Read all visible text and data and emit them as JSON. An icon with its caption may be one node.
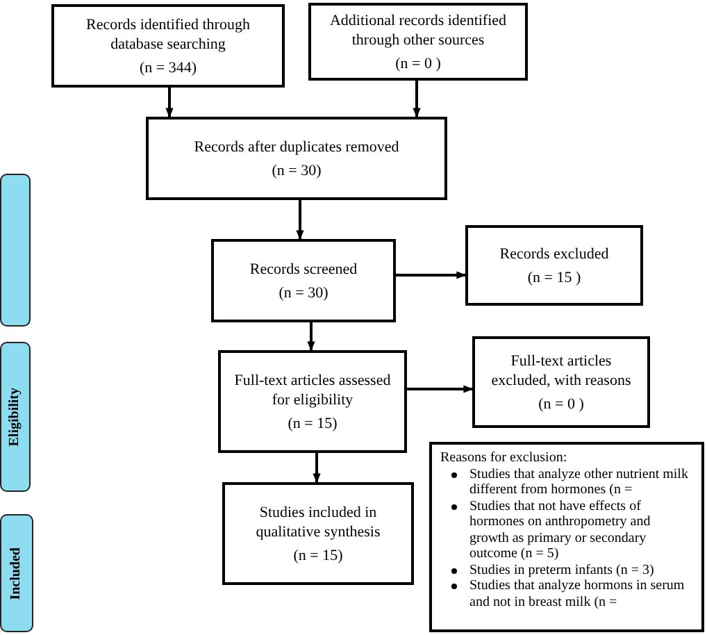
{
  "diagram": {
    "nodes": [
      {
        "text": [
          "Records identified through database searching",
          "(n = 344)"
        ]
      },
      {
        "text": [
          "Additional records identified through other sources",
          "(n = 0 )"
        ]
      },
      {
        "text": [
          "Records after duplicates removed",
          "(n = 30)"
        ]
      },
      {
        "text": [
          "Records screened",
          "(n = 30)"
        ]
      },
      {
        "text": [
          "Records excluded",
          "(n = 15 )"
        ]
      },
      {
        "text": [
          "Full-text articles assessed for eligibility",
          "(n = 15)"
        ]
      },
      {
        "text": [
          "Full-text articles excluded, with reasons",
          "(n = 0 )"
        ]
      },
      {
        "text": [
          "Studies included in qualitative synthesis",
          "(n = 15)"
        ]
      },
      {
        "text": [
          "Reasons for exclusion:",
          "Studies that analyze other nutrient milk different from hormones (n =",
          "Studies that not have effects of hormones on anthropometry and growth as primary or secondary outcome (n = 5)",
          "Studies in preterm infants (n = 3)",
          "Studies that analyze hormons in serum and not in breast milk (n ="
        ]
      },
      {
        "text": [],
        "shape": "box"
      },
      {
        "text": [
          "Eligibility"
        ]
      },
      {
        "text": [
          "Included"
        ]
      }
    ],
    "edges": [
      {
        "from": 0,
        "to": 2,
        "arrow": "to"
      },
      {
        "from": 1,
        "to": 2,
        "arrow": "to"
      },
      {
        "from": 2,
        "to": 3,
        "arrow": "to"
      },
      {
        "from": 3,
        "to": 4,
        "arrow": "to"
      },
      {
        "from": 3,
        "to": 5,
        "arrow": "to"
      },
      {
        "from": 5,
        "to": 6,
        "arrow": "to"
      },
      {
        "from": 5,
        "to": 7,
        "arrow": "to"
      }
    ]
  }
}
